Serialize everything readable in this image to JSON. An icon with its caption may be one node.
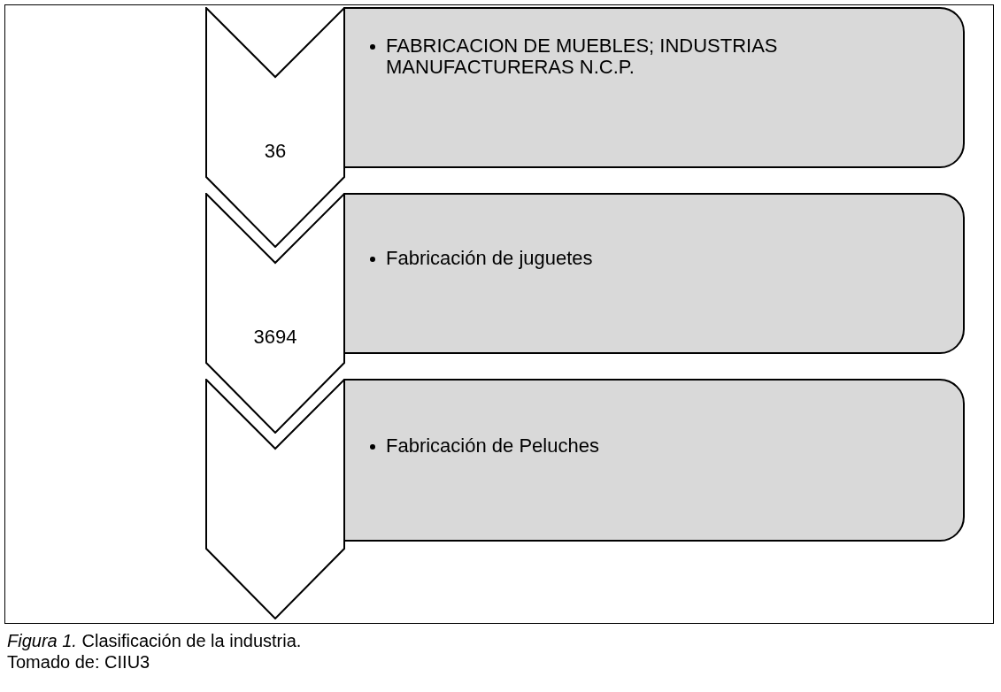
{
  "diagram": {
    "caption": "*Figura 1.* Clasificación de la industria.",
    "nodes": [
      {
        "text": [
          "36"
        ]
      },
      {
        "text": [
          "FABRICACION DE MUEBLES; INDUSTRIAS MANUFACTURERAS N.C.P."
        ]
      },
      {
        "text": [
          "3694"
        ]
      },
      {
        "text": [
          "Fabricación de juguetes"
        ]
      },
      {
        "text": [],
        "shape": "chevron"
      },
      {
        "text": [
          "Fabricación de Peluches"
        ]
      }
    ],
    "labels": [
      "Tomado de: CIIU3"
    ]
  }
}
